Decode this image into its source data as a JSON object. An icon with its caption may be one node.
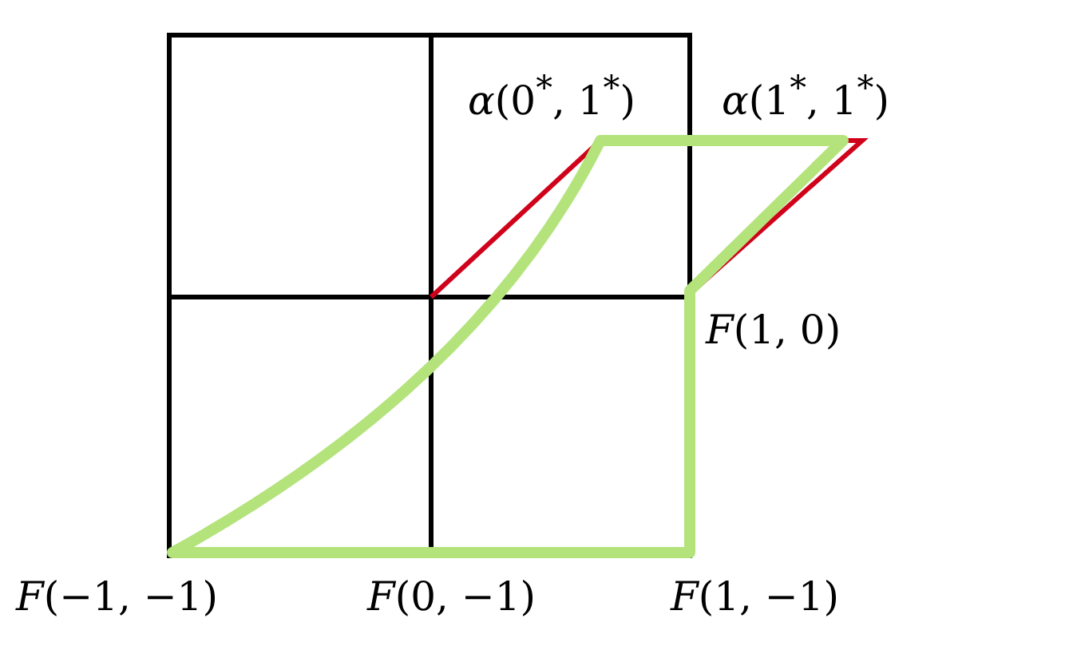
{
  "diagram": {
    "labels": [
      "*α*(0$^{*}$, 1$^{*}$)",
      "*α*(1$^{*}$, 1$^{*}$)",
      "*F*(1, 0)",
      "*F*(−1, −1)",
      "*F*(0, −1)",
      "*F*(1, −1)"
    ]
  }
}
